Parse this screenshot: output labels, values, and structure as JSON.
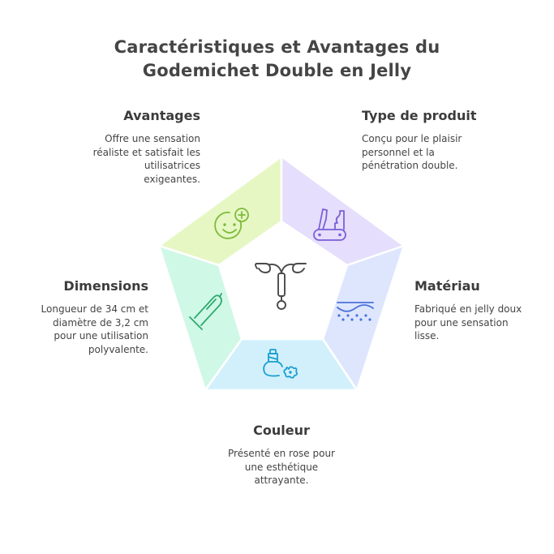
{
  "title": {
    "line1": "Caractéristiques et Avantages du",
    "line2": "Godemichet Double en Jelly"
  },
  "center": {
    "icon": "iud-icon",
    "stroke_color": "#4a4a4a"
  },
  "segments": [
    {
      "id": "avantages",
      "heading": "Avantages",
      "description": [
        "Offre une sensation",
        "réaliste et satisfait les",
        "utilisatrices",
        "exigeantes."
      ],
      "icon": "smiley-plus-icon",
      "fill_color": "#e6f7c4",
      "icon_color": "#7dbb3a"
    },
    {
      "id": "type-de-produit",
      "heading": "Type de produit",
      "description": [
        "Conçu pour le plaisir",
        "personnel et la",
        "pénétration double."
      ],
      "icon": "swiss-knife-icon",
      "fill_color": "#e5defc",
      "icon_color": "#7b5fd6"
    },
    {
      "id": "materiau",
      "heading": "Matériau",
      "description": [
        "Fabriqué en jelly doux",
        "pour une sensation",
        "lisse."
      ],
      "icon": "skin-texture-icon",
      "fill_color": "#dde6fd",
      "icon_color": "#4a72d8"
    },
    {
      "id": "couleur",
      "heading": "Couleur",
      "description": [
        "Présenté en rose pour",
        "une esthétique",
        "attrayante."
      ],
      "icon": "perfume-flower-icon",
      "fill_color": "#d2f0fb",
      "icon_color": "#1a9fd1"
    },
    {
      "id": "dimensions",
      "heading": "Dimensions",
      "description": [
        "Longueur de 34 cm et",
        "diamètre de 3,2 cm",
        "pour une utilisation",
        "polyvalente."
      ],
      "icon": "condom-icon",
      "fill_color": "#d0f8e6",
      "icon_color": "#2eaa6e"
    }
  ]
}
